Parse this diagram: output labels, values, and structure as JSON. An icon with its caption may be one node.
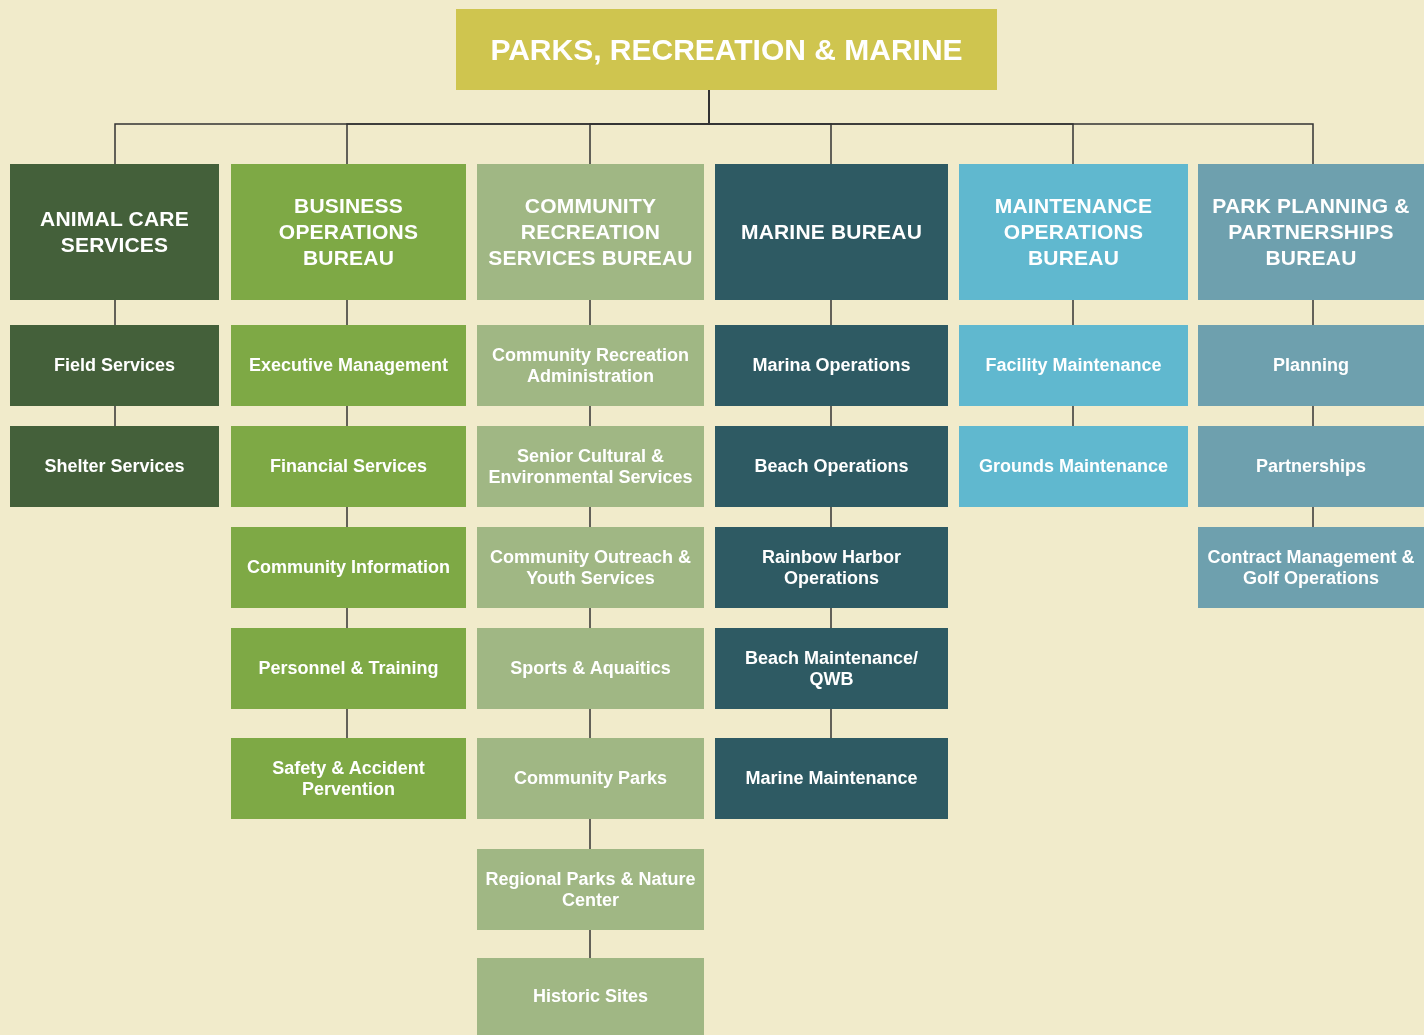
{
  "diagram": {
    "nodes": [
      {
        "text": [
          "PARKS, RECREATION & MARINE"
        ]
      },
      {
        "text": [
          "ANIMAL CARE SERVICES"
        ]
      },
      {
        "text": [
          "Field Services"
        ]
      },
      {
        "text": [
          "Shelter Services"
        ]
      },
      {
        "text": [
          "BUSINESS OPERATIONS BUREAU"
        ]
      },
      {
        "text": [
          "Executive Management"
        ]
      },
      {
        "text": [
          "Financial Services"
        ]
      },
      {
        "text": [
          "Community Information"
        ]
      },
      {
        "text": [
          "Personnel & Training"
        ]
      },
      {
        "text": [
          "Safety & Accident Pervention"
        ]
      },
      {
        "text": [
          "COMMUNITY RECREATION SERVICES BUREAU"
        ]
      },
      {
        "text": [
          "Community Recreation Administration"
        ]
      },
      {
        "text": [
          "Senior Cultural & Environmental Services"
        ]
      },
      {
        "text": [
          "Community Outreach & Youth Services"
        ]
      },
      {
        "text": [
          "Sports & Aquaitics"
        ]
      },
      {
        "text": [
          "Community Parks"
        ]
      },
      {
        "text": [
          "Regional Parks & Nature Center"
        ]
      },
      {
        "text": [
          "Historic Sites"
        ]
      },
      {
        "text": [
          "MARINE BUREAU"
        ]
      },
      {
        "text": [
          "Marina Operations"
        ]
      },
      {
        "text": [
          "Beach Operations"
        ]
      },
      {
        "text": [
          "Rainbow Harbor Operations"
        ]
      },
      {
        "text": [
          "Beach Maintenance/ QWB"
        ]
      },
      {
        "text": [
          "Marine Maintenance"
        ]
      },
      {
        "text": [
          "MAINTENANCE OPERATIONS BUREAU"
        ]
      },
      {
        "text": [
          "Facility Maintenance"
        ]
      },
      {
        "text": [
          "Grounds Maintenance"
        ]
      },
      {
        "text": [
          "PARK PLANNING & PARTNERSHIPS BUREAU"
        ]
      },
      {
        "text": [
          "Planning"
        ]
      },
      {
        "text": [
          "Partnerships"
        ]
      },
      {
        "text": [
          "Contract Management & Golf Operations"
        ]
      }
    ],
    "edges": [
      {
        "from": 0,
        "to": 1,
        "arrow": "none"
      },
      {
        "from": 0,
        "to": 4,
        "arrow": "none"
      },
      {
        "from": 0,
        "to": 10,
        "arrow": "none"
      },
      {
        "from": 0,
        "to": 18,
        "arrow": "none"
      },
      {
        "from": 0,
        "to": 24,
        "arrow": "none"
      },
      {
        "from": 0,
        "to": 27,
        "arrow": "none"
      },
      {
        "from": 1,
        "to": 2,
        "arrow": "none"
      },
      {
        "from": 2,
        "to": 3,
        "arrow": "none"
      },
      {
        "from": 4,
        "to": 5,
        "arrow": "none"
      },
      {
        "from": 5,
        "to": 6,
        "arrow": "none"
      },
      {
        "from": 6,
        "to": 7,
        "arrow": "none"
      },
      {
        "from": 7,
        "to": 8,
        "arrow": "none"
      },
      {
        "from": 8,
        "to": 9,
        "arrow": "none"
      },
      {
        "from": 10,
        "to": 11,
        "arrow": "none"
      },
      {
        "from": 11,
        "to": 12,
        "arrow": "none"
      },
      {
        "from": 12,
        "to": 13,
        "arrow": "none"
      },
      {
        "from": 13,
        "to": 14,
        "arrow": "none"
      },
      {
        "from": 14,
        "to": 15,
        "arrow": "none"
      },
      {
        "from": 15,
        "to": 16,
        "arrow": "none"
      },
      {
        "from": 16,
        "to": 17,
        "arrow": "none"
      },
      {
        "from": 18,
        "to": 19,
        "arrow": "none"
      },
      {
        "from": 19,
        "to": 20,
        "arrow": "none"
      },
      {
        "from": 20,
        "to": 21,
        "arrow": "none"
      },
      {
        "from": 21,
        "to": 22,
        "arrow": "none"
      },
      {
        "from": 22,
        "to": 23,
        "arrow": "none"
      },
      {
        "from": 24,
        "to": 25,
        "arrow": "none"
      },
      {
        "from": 25,
        "to": 26,
        "arrow": "none"
      },
      {
        "from": 27,
        "to": 28,
        "arrow": "none"
      },
      {
        "from": 28,
        "to": 29,
        "arrow": "none"
      },
      {
        "from": 29,
        "to": 30,
        "arrow": "none"
      }
    ]
  }
}
